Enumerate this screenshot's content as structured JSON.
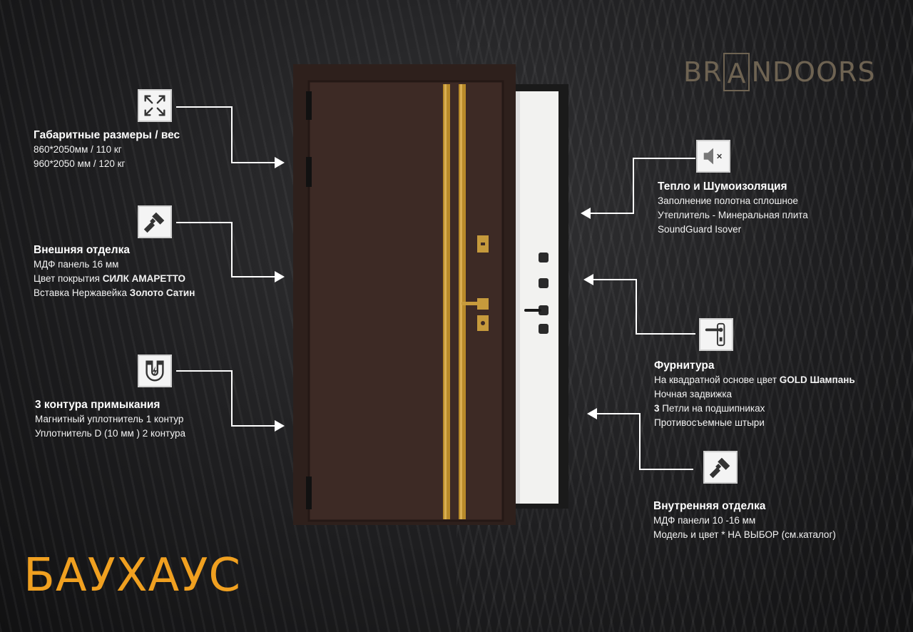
{
  "logo": {
    "text_before": "BR",
    "text_boxed": "A",
    "text_after": "NDOORS"
  },
  "product_name": "БАУХАУС",
  "features": {
    "dimensions": {
      "icon": "arrows-expand-icon",
      "title": "Габаритные размеры  / вес",
      "lines": [
        "860*2050мм  /  110 кг",
        "960*2050 мм / 120 кг"
      ]
    },
    "exterior": {
      "icon": "paint-brush-icon",
      "title": "Внешняя отделка",
      "line1": "МДФ панель 16 мм",
      "line2_prefix": "Цвет покрытия ",
      "line2_bold": "СИЛК АМАРЕТТО",
      "line3_prefix": "Вставка Нержавейка ",
      "line3_bold": "Золото Сатин"
    },
    "seals": {
      "icon": "magnet-icon",
      "title": "3 контура примыкания",
      "lines": [
        "Магнитный уплотнитель  1  контур",
        "Уплотнитель   D  (10 мм )  2 контура"
      ]
    },
    "insulation": {
      "icon": "speaker-mute-icon",
      "title": "Тепло и Шумоизоляция",
      "lines": [
        "Заполнение  полотна сплошное",
        "Утеплитель -  Минеральная  плита",
        "SoundGuard  Isover"
      ]
    },
    "hardware": {
      "icon": "door-handle-icon",
      "title": "Фурнитура",
      "line1_prefix": "На квадратной основе цвет  ",
      "line1_bold": "GOLD Шампань",
      "line2": "Ночная задвижка",
      "line3_bold": "3",
      "line3_rest": "  Петли  на подшипниках",
      "line4": "Противосъемные штыри"
    },
    "interior": {
      "icon": "paint-brush-icon",
      "title": "Внутренняя отделка",
      "lines": [
        "МДФ панели 10 -16 мм",
        "Модель и цвет  * НА ВЫБОР (см.каталог)"
      ]
    }
  },
  "colors": {
    "accent_orange": "#f0a020",
    "door_brown": "#3d2a25",
    "gold_strip": "#b88a2a",
    "logo": "#6e6352"
  }
}
